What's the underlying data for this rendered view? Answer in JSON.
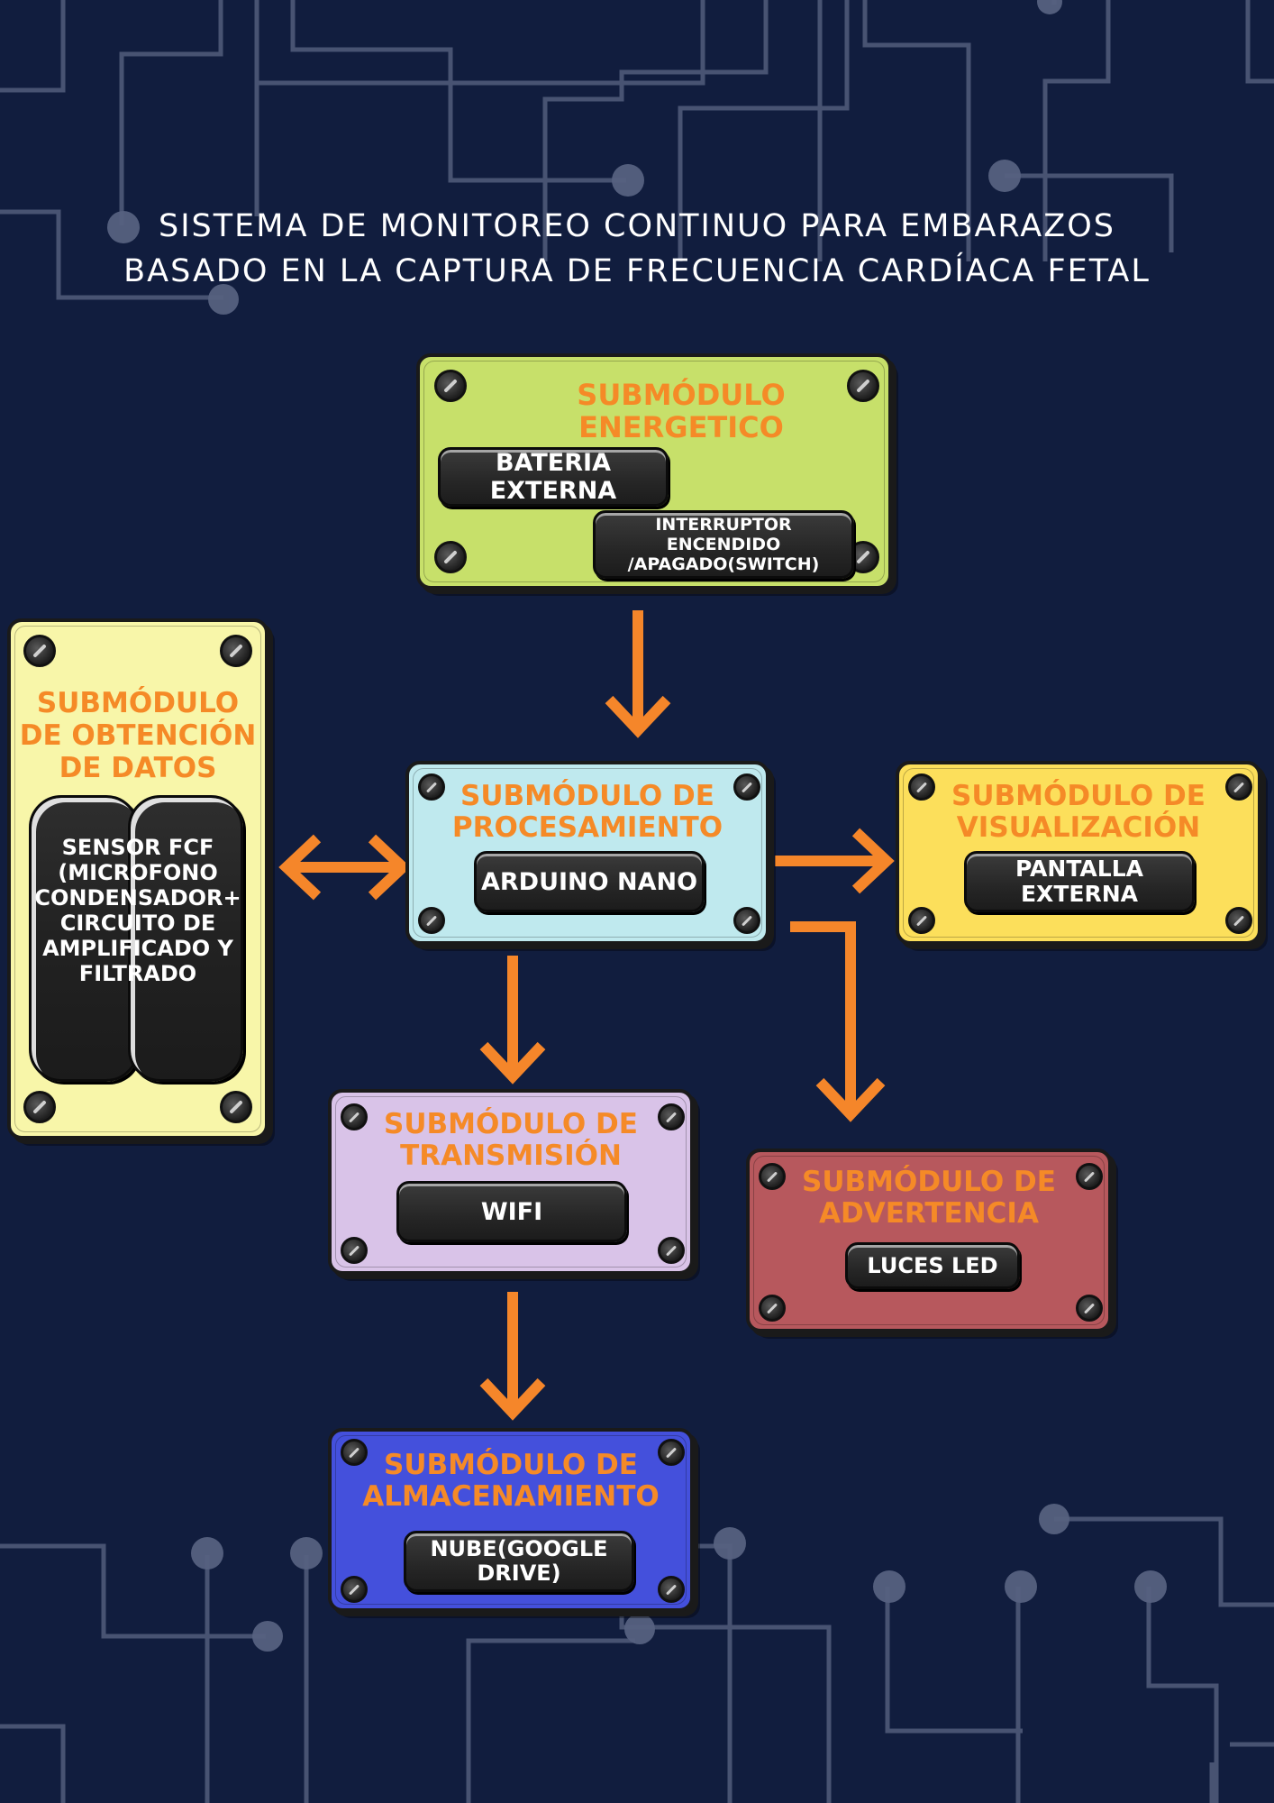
{
  "title": {
    "line1": "SISTEMA DE MONITOREO CONTINUO PARA EMBARAZOS",
    "line2": "BASADO EN LA CAPTURA DE FRECUENCIA CARDÍACA FETAL"
  },
  "modules": {
    "energetico": {
      "title_line1": "SUBMÓDULO",
      "title_line2": "ENERGETICO",
      "color": "#c7e06a",
      "components": [
        "BATERIA EXTERNA",
        "INTERRUPTOR ENCENDIDO\n/APAGADO(SWITCH)"
      ]
    },
    "obtencion": {
      "title_line1": "SUBMÓDULO",
      "title_line2": "DE OBTENCIÓN",
      "title_line3": "DE DATOS",
      "color": "#f8f6a9",
      "components": [
        "SENSOR FCF\n(MICROFONO\nCONDENSADOR+\nCIRCUITO DE\nAMPLIFICADO Y\nFILTRADO"
      ]
    },
    "procesamiento": {
      "title_line1": "SUBMÓDULO DE",
      "title_line2": "PROCESAMIENTO",
      "color": "#bfe9ee",
      "components": [
        "ARDUINO NANO"
      ]
    },
    "visualizacion": {
      "title_line1": "SUBMÓDULO DE",
      "title_line2": "VISUALIZACIÓN",
      "color": "#fcdf5b",
      "components": [
        "PANTALLA\nEXTERNA"
      ]
    },
    "transmision": {
      "title_line1": "SUBMÓDULO DE",
      "title_line2": "TRANSMISIÓN",
      "color": "#d9c3e8",
      "components": [
        "WIFI"
      ]
    },
    "advertencia": {
      "title_line1": "SUBMÓDULO DE",
      "title_line2": "ADVERTENCIA",
      "color": "#b7585d",
      "components": [
        "LUCES LED"
      ]
    },
    "almacenamiento": {
      "title_line1": "SUBMÓDULO DE",
      "title_line2": "ALMACENAMIENTO",
      "color": "#4450dc",
      "components": [
        "NUBE(GOOGLE\nDRIVE)"
      ]
    }
  },
  "connections": [
    {
      "from": "energetico",
      "to": "procesamiento"
    },
    {
      "from": "obtencion",
      "to": "procesamiento",
      "bidirectional": true
    },
    {
      "from": "procesamiento",
      "to": "visualizacion"
    },
    {
      "from": "procesamiento",
      "to": "transmision"
    },
    {
      "from": "procesamiento",
      "to": "advertencia"
    },
    {
      "from": "transmision",
      "to": "almacenamiento"
    }
  ],
  "colors": {
    "background": "#111d3e",
    "arrow": "#f5862a",
    "module_title": "#f58a27",
    "circuit_lines": "#6b7693"
  }
}
